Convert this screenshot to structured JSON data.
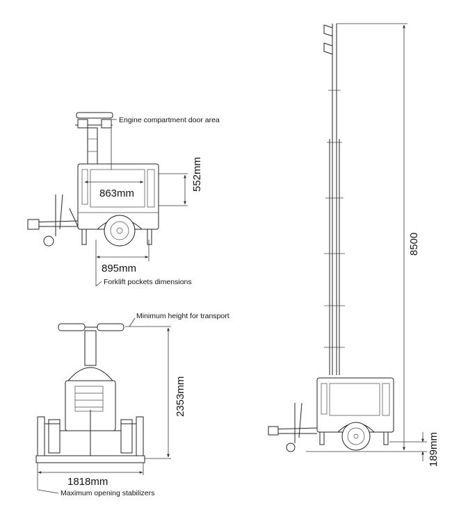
{
  "side_view": {
    "engine_door_label": "Engine compartment door area",
    "door_width": "863mm",
    "door_height": "552mm",
    "forklift_width": "895mm",
    "forklift_label": "Forklift pockets dimensions"
  },
  "rear_view": {
    "transport_height_label": "Minimum height for transport",
    "transport_height": "2353mm",
    "stabilizer_width": "1818mm",
    "stabilizer_label": "Maximum opening stabilizers"
  },
  "extended_view": {
    "max_height": "8500",
    "ground_clearance": "189mm"
  }
}
